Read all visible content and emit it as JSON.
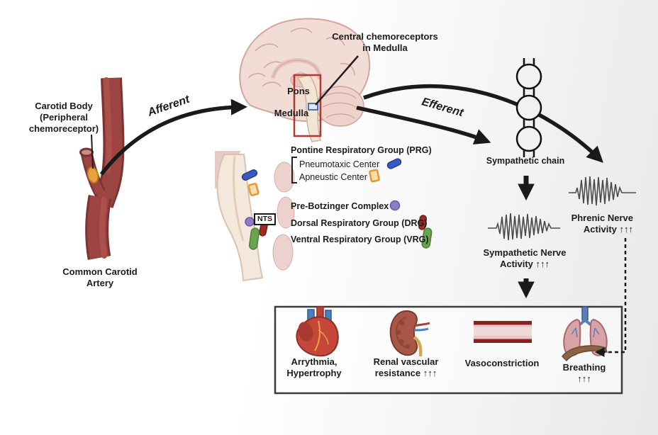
{
  "carotid": {
    "body_label": "Carotid Body\n(Peripheral\nchemoreceptor)",
    "artery_label": "Common Carotid\nArtery"
  },
  "pathway": {
    "afferent": "Afferent",
    "efferent": "Efferent"
  },
  "brain": {
    "central_chemoreceptors": "Central chemoreceptors\nin Medulla",
    "pons": "Pons",
    "medulla": "Medulla"
  },
  "brainstem": {
    "nts": "NTS",
    "prg": "Pontine Respiratory Group (PRG)",
    "pneumotaxic": "Pneumotaxic Center",
    "apneustic": "Apneustic Center",
    "prebotzinger": "Pre-Botzinger Complex",
    "drg": "Dorsal Respiratory Group (DRG)",
    "vrg": "Ventral Respiratory Group (VRG)"
  },
  "sympathetic": {
    "chain": "Sympathetic chain",
    "nerve_activity": "Sympathetic Nerve\nActivity ↑↑↑",
    "phrenic_activity": "Phrenic Nerve\nActivity ↑↑↑"
  },
  "outcomes": {
    "heart": "Arrythmia,\nHypertrophy",
    "kidney": "Renal vascular\nresistance ↑↑↑",
    "vessel": "Vasoconstriction",
    "lungs": "Breathing\n↑↑↑"
  },
  "icons": {
    "artery": "carotid-artery-icon",
    "carotid_body": "carotid-body-icon",
    "brain": "brain-sagittal-icon",
    "brainstem_inset": "brainstem-inset-icon",
    "sympathetic_chain": "ganglia-chain-icon",
    "nerve_trace": "nerve-activity-waveform",
    "heart": "heart-icon",
    "kidney": "kidney-icon",
    "vessel": "blood-vessel-icon",
    "lungs": "lungs-diaphragm-icon"
  },
  "colors": {
    "artery_red": "#9c4442",
    "carotid_body_orange": "#e8a33f",
    "highlight_red_box": "#b03a30",
    "medulla_blue_box": "#4a6fbd",
    "pneumotaxic_blue": "#3a57c4",
    "apneustic_orange": "#e8962e",
    "prebotzinger_purple": "#8f7ec7",
    "drg_red": "#9e2b25",
    "vrg_green": "#67a551",
    "arrow_black": "#1a1a1a"
  }
}
